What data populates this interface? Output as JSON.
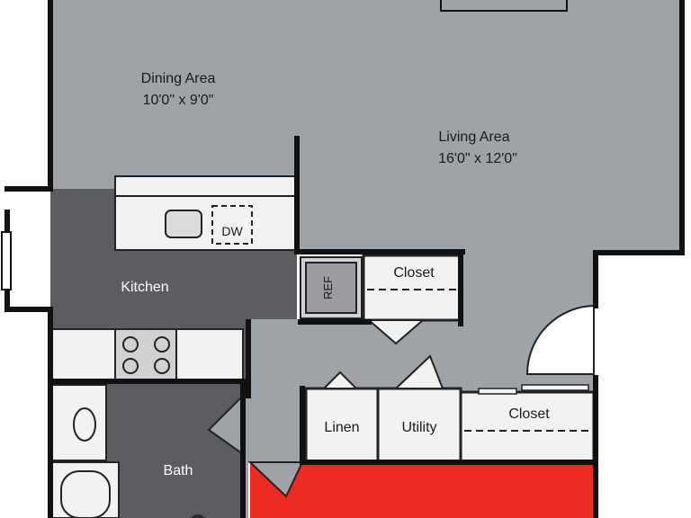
{
  "rooms": {
    "dining": {
      "name": "Dining Area",
      "size": "10'0\" x 9'0\""
    },
    "living": {
      "name": "Living Area",
      "size": "16'0\" x 12'0\""
    },
    "kitchen": {
      "name": "Kitchen"
    },
    "bath": {
      "name": "Bath"
    },
    "closet_center": {
      "name": "Closet"
    },
    "closet_right": {
      "name": "Closet"
    },
    "linen": {
      "name": "Linen"
    },
    "utility": {
      "name": "Utility"
    }
  },
  "fixtures": {
    "dishwasher": "DW",
    "refrigerator": "REF"
  },
  "colors": {
    "floor_light": "#9ea3a8",
    "floor_dark": "#5b5d61",
    "bedroom_highlight": "#ec2b24",
    "wall": "#111111",
    "cabinet": "#f2f2f2"
  }
}
